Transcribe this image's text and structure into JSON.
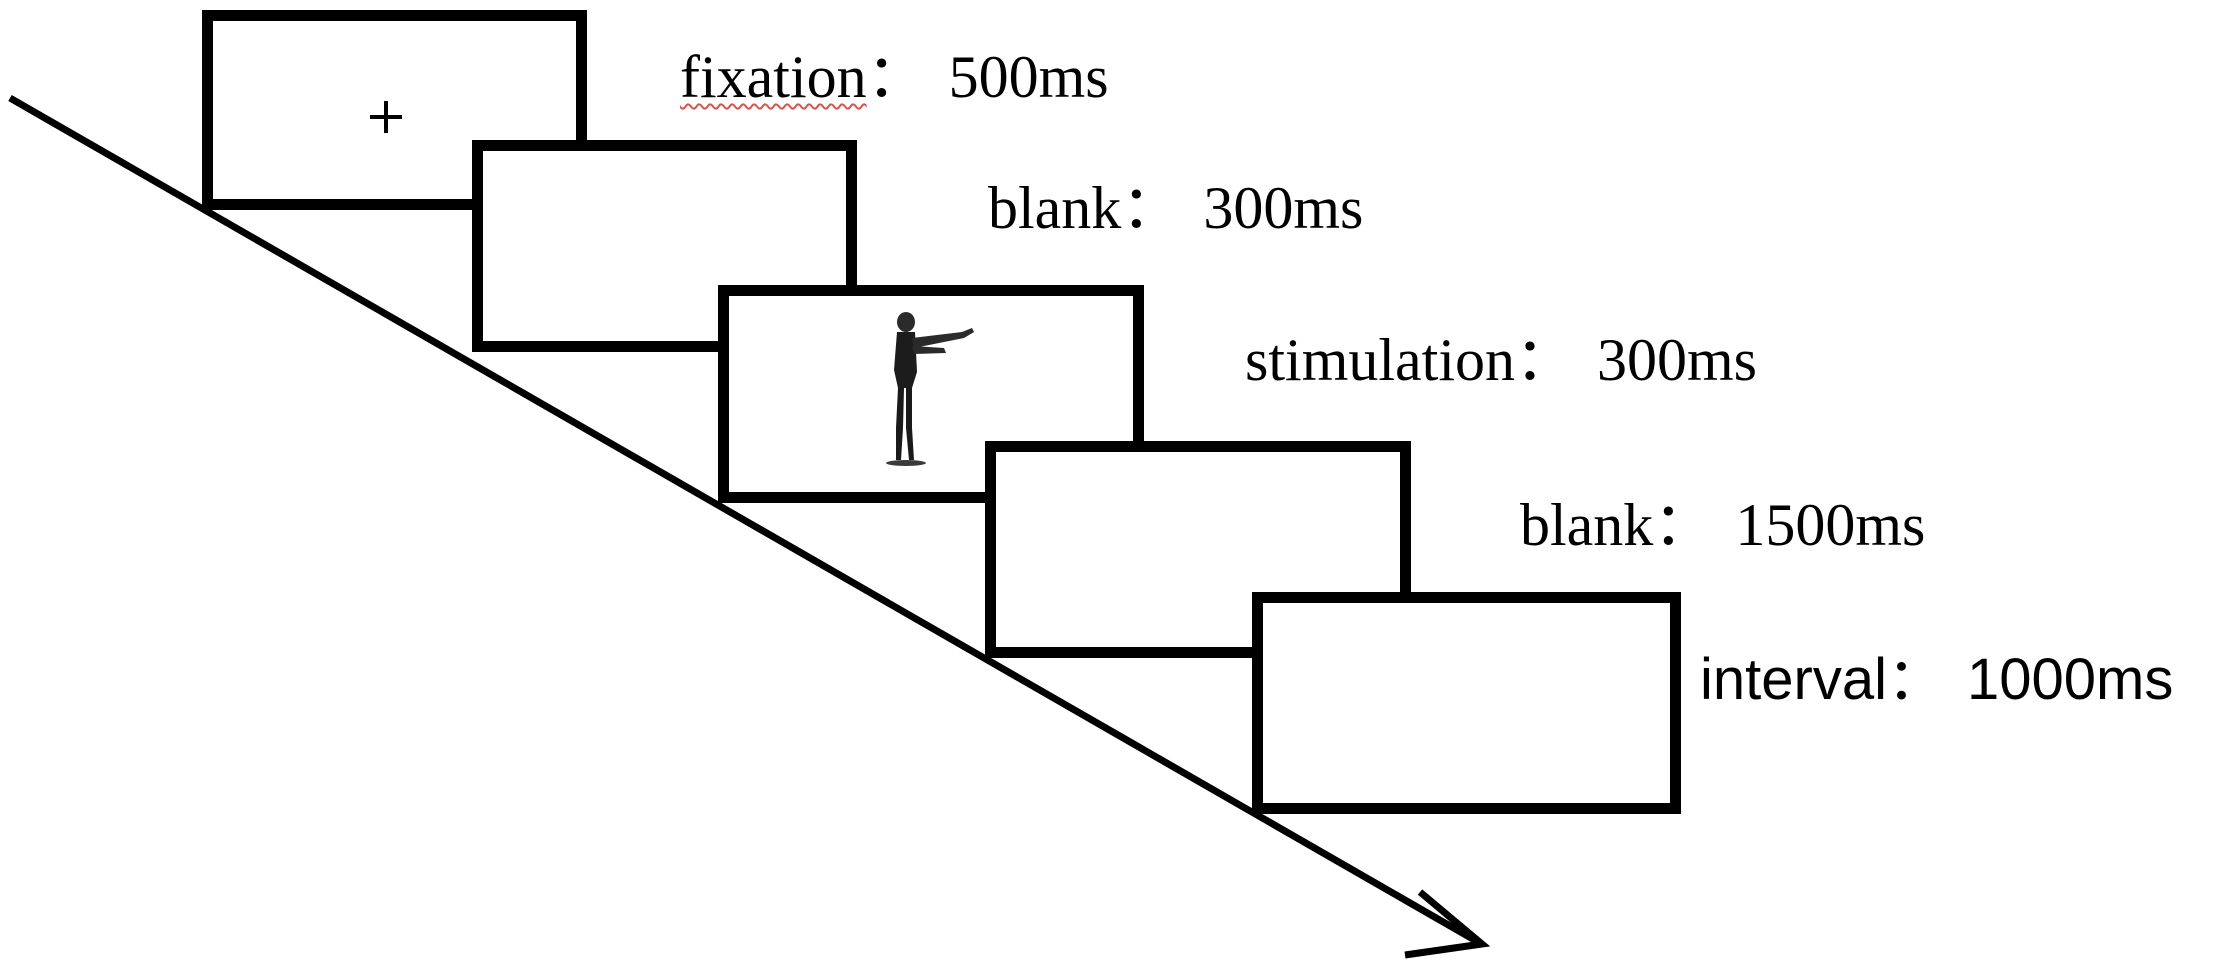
{
  "steps": [
    {
      "name": "fixation",
      "separator": "：",
      "duration": "500ms",
      "content_icon": "plus-icon"
    },
    {
      "name": "blank",
      "separator": "：",
      "duration": "300ms"
    },
    {
      "name": "stimulation",
      "separator": "：",
      "duration": "300ms",
      "content_icon": "person-silhouette-icon"
    },
    {
      "name": "blank",
      "separator": "：",
      "duration": "1500ms"
    },
    {
      "name": "interval",
      "separator": "：",
      "duration": "1000ms"
    }
  ],
  "colors": {
    "stroke": "#000000",
    "background": "#ffffff",
    "spellcheck_underline": "#d9534f"
  }
}
